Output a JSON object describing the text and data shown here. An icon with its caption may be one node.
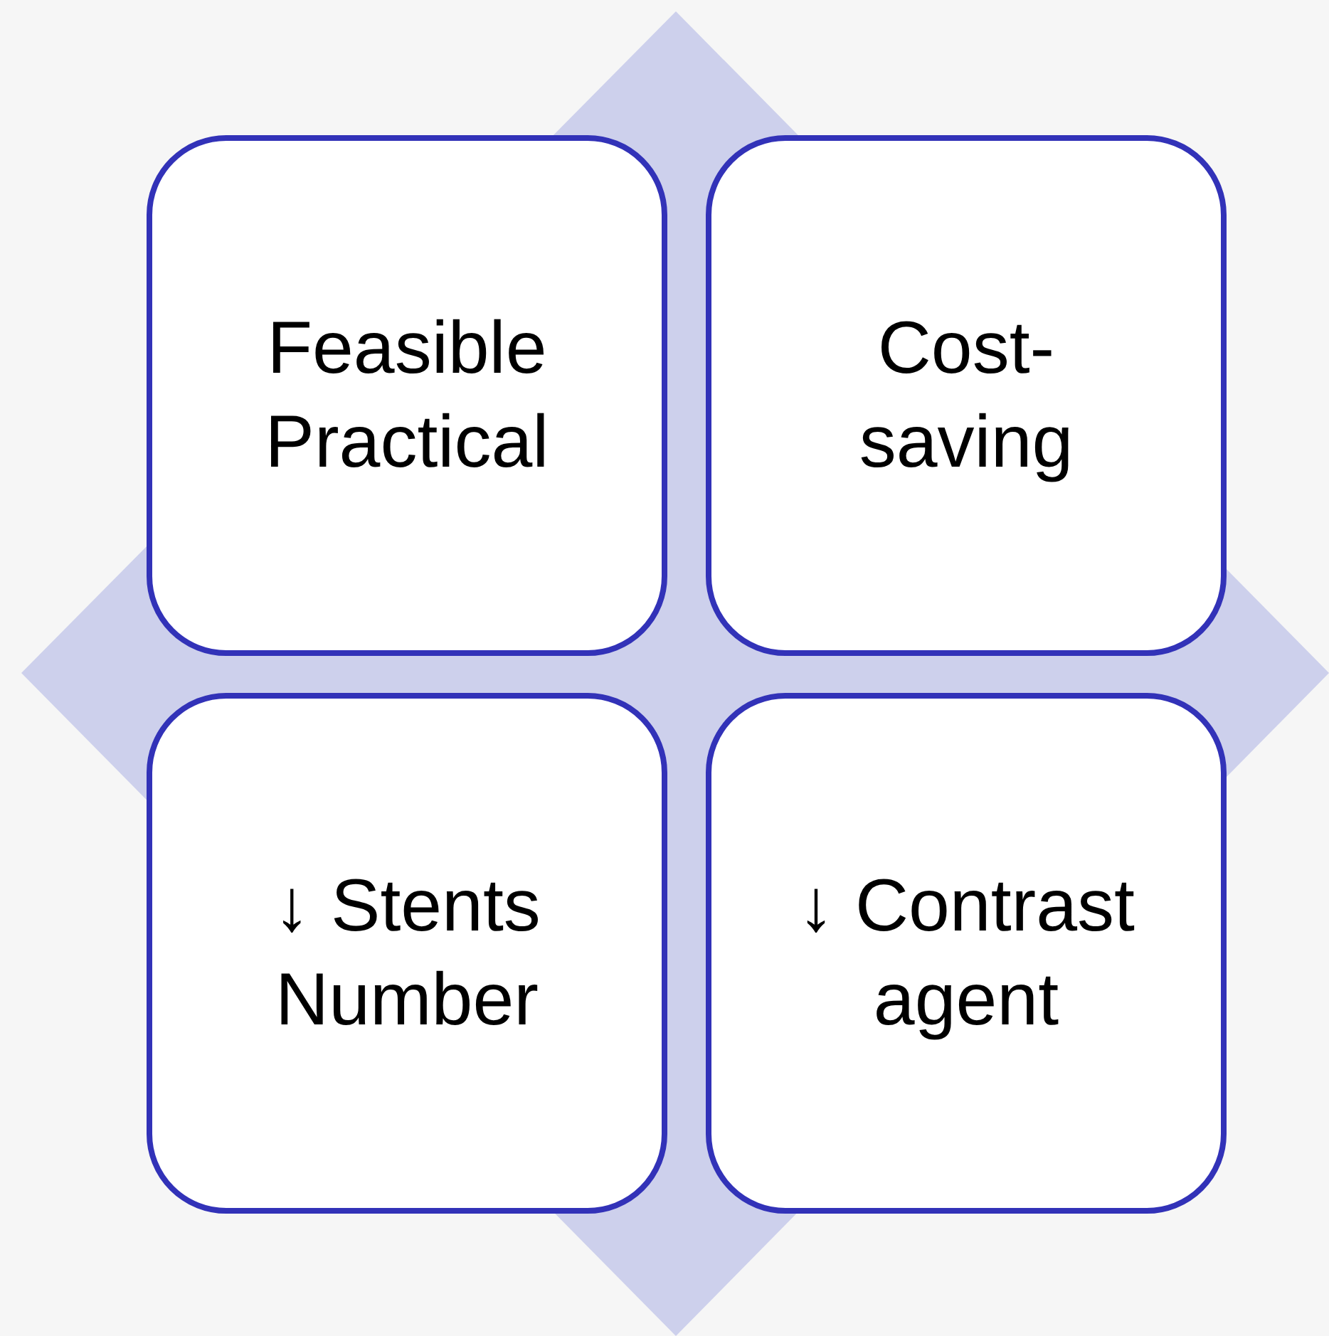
{
  "diagram": {
    "nodes": [
      {
        "text": [
          "Feasible Practical"
        ]
      },
      {
        "text": [
          "Cost-saving"
        ]
      },
      {
        "text": [
          "↓ Stents Number"
        ]
      },
      {
        "text": [
          "↓ Contrast agent"
        ]
      }
    ]
  }
}
